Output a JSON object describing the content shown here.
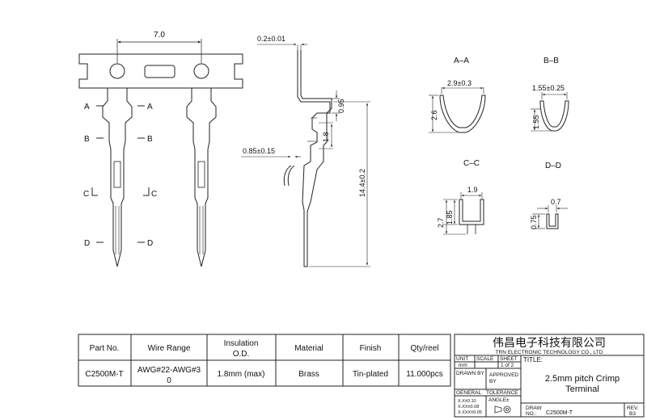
{
  "dimensions": {
    "pitch": "7.0",
    "thickness": "0.2±0.01",
    "height_095": "0.95",
    "height_18": "1.8",
    "barb": "0.85±0.15",
    "length": "14.4±0.2"
  },
  "section_marks": {
    "a_left": "A",
    "a_right": "A",
    "b_left": "B",
    "b_right": "B",
    "c_left": "C",
    "c_right": "C",
    "d_left": "D",
    "d_right": "D"
  },
  "sections": {
    "aa": {
      "title": "A–A",
      "width": "2.9±0.3",
      "height": "2.6"
    },
    "bb": {
      "title": "B–B",
      "width": "1.55±0.25",
      "height": "1.55"
    },
    "cc": {
      "title": "C–C",
      "width": "1.9",
      "height_inner": "1.85",
      "height_outer": "2.7"
    },
    "dd": {
      "title": "D–D",
      "width": "0.7",
      "height": "0.75"
    }
  },
  "spec_table": {
    "headers": [
      "Part No.",
      "Wire Range",
      "Insulation",
      "O.D.",
      "Material",
      "Finish",
      "Qty/reel"
    ],
    "row": {
      "part_no": "C2500M-T",
      "wire_range_1": "AWG#22-AWG#3",
      "wire_range_2": "0",
      "insulation": "1.8mm (max)",
      "material": "Brass",
      "finish": "Tin-plated",
      "qty": "11.000pcs"
    }
  },
  "title_block": {
    "company_cn": "伟昌电子科技有限公司",
    "company_en": "TRN ELECTRONIC TECHNOLOGY CO., LTD",
    "unit_label": "UNIT",
    "unit_value": "mm",
    "scale_label": "SCALE",
    "sheet_label": "SHEET",
    "sheet_value": "1 of 2",
    "title_label": "TITLE:",
    "title_line1": "2.5mm pitch Crimp",
    "title_line2": "Terminal",
    "drawn_by": "DRAWN BY",
    "approved_1": "APPROVED",
    "approved_2": "BY",
    "general": "GENERAL",
    "tolerance": "TOLERANCE",
    "tol_1": "X.X±0.10",
    "tol_2": "X.XX±0.08",
    "tol_3": "X.XXX±0.05",
    "angle": "ANGLE±",
    "draw_label": "DRAW",
    "no_label": "NO.:",
    "draw_no": "C2500M-T",
    "rev_label": "REV.",
    "rev_value": "B3"
  }
}
